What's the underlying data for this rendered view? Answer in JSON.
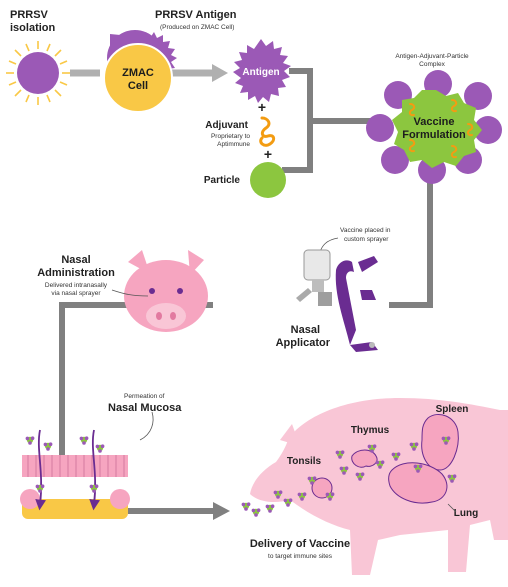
{
  "labels": {
    "prrsv_isolation_line1": "PRRSV",
    "prrsv_isolation_line2": "isolation",
    "prrsv_antigen_title": "PRRSV Antigen",
    "prrsv_antigen_sub": "(Produced on ZMAC Cell)",
    "zmac_line1": "ZMAC",
    "zmac_line2": "Cell",
    "antigen": "Antigen",
    "adjuvant": "Adjuvant",
    "adjuvant_sub1": "Proprietary to",
    "adjuvant_sub2": "Aptimmune",
    "plus1": "+",
    "plus2": "+",
    "particle": "Particle",
    "complex_line1": "Antigen-Adjuvant-Particle",
    "complex_line2": "Complex",
    "vaccine_line1": "Vaccine",
    "vaccine_line2": "Formulation",
    "sprayer_line1": "Vaccine placed in",
    "sprayer_line2": "custom sprayer",
    "nasal_admin_line1": "Nasal",
    "nasal_admin_line2": "Administration",
    "nasal_admin_sub1": "Delivered intranasally",
    "nasal_admin_sub2": "via nasal sprayer",
    "applicator_line1": "Nasal",
    "applicator_line2": "Applicator",
    "permeation_sub": "Permeation of",
    "mucosa": "Nasal Mucosa",
    "tonsils": "Tonsils",
    "thymus": "Thymus",
    "spleen": "Spleen",
    "lung": "Lung",
    "delivery_title": "Delivery of Vaccine",
    "delivery_sub": "to target immune sites"
  },
  "colors": {
    "purple": "#9b59b6",
    "yellow": "#f9c846",
    "green": "#8cc63f",
    "orange": "#f39c12",
    "pink": "#f6a5c0",
    "pink_light": "#f9c6d6",
    "gray_line": "#808080",
    "applicator": "#6a2c91"
  }
}
